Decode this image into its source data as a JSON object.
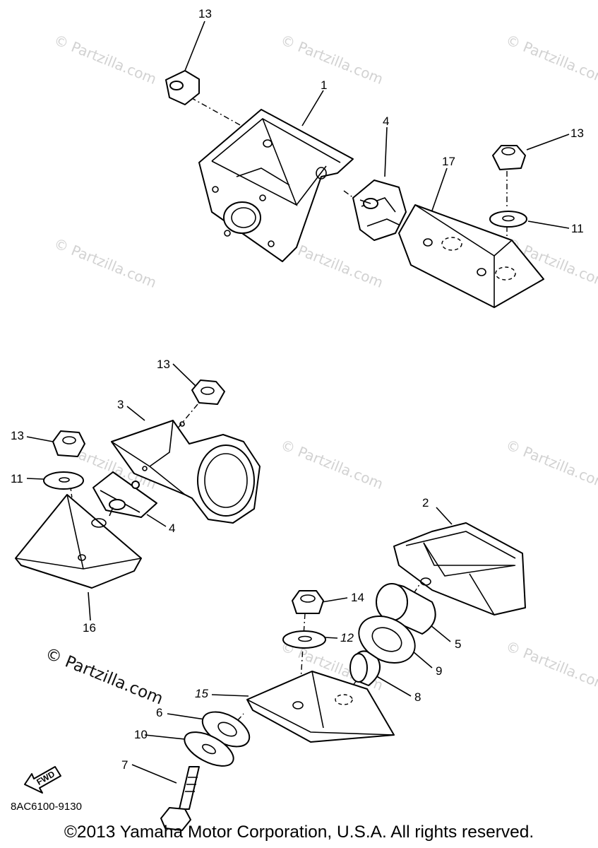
{
  "watermark": "© Partzilla.com",
  "callouts": {
    "c13a": "13",
    "c1": "1",
    "c4a": "4",
    "c17": "17",
    "c13b": "13",
    "c11a": "11",
    "c13c": "13",
    "c3": "3",
    "c13d": "13",
    "c11b": "11",
    "c4b": "4",
    "c16": "16",
    "c2": "2",
    "c14": "14",
    "c5": "5",
    "c12": "12",
    "c9": "9",
    "c8": "8",
    "c15": "15",
    "c6": "6",
    "c10": "10",
    "c7": "7"
  },
  "fwd_label": "FWD",
  "diagram_code": "8AC6100-9130",
  "copyright": "©2013  Yamaha Motor Corporation, U.S.A. All rights reserved."
}
